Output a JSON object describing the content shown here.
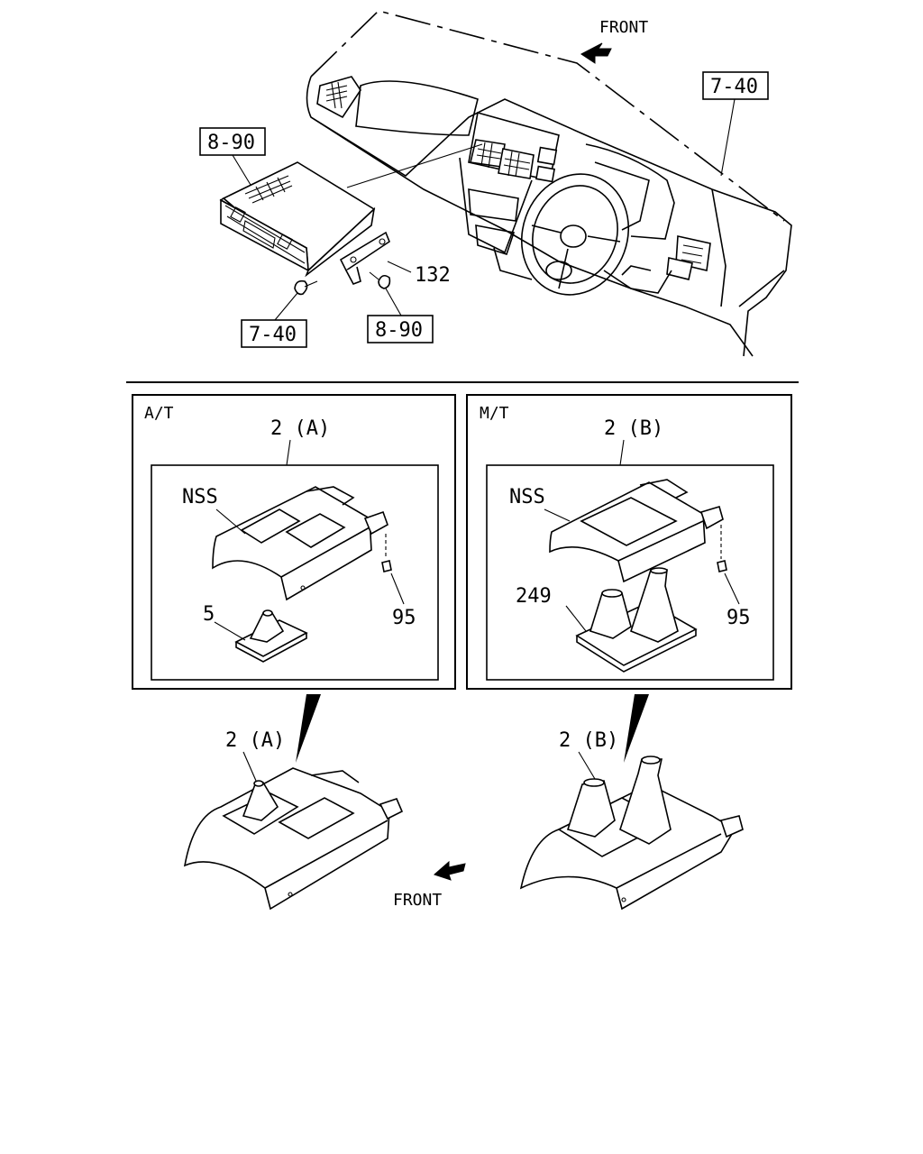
{
  "top_section": {
    "front_label": "FRONT",
    "callouts": {
      "dash_ref": "7-40",
      "radio_ref": "8-90",
      "bracket_part": "132",
      "screw_left_ref": "7-40",
      "screw_right_ref": "8-90"
    }
  },
  "panel_at": {
    "title": "A/T",
    "assembly_label": "2 (A)",
    "nss_label": "NSS",
    "boot_part": "5",
    "clip_part": "95"
  },
  "panel_mt": {
    "title": "M/T",
    "assembly_label": "2 (B)",
    "nss_label": "NSS",
    "boot_part": "249",
    "clip_part": "95"
  },
  "bottom_section": {
    "left_label": "2 (A)",
    "right_label": "2 (B)",
    "front_label": "FRONT"
  }
}
